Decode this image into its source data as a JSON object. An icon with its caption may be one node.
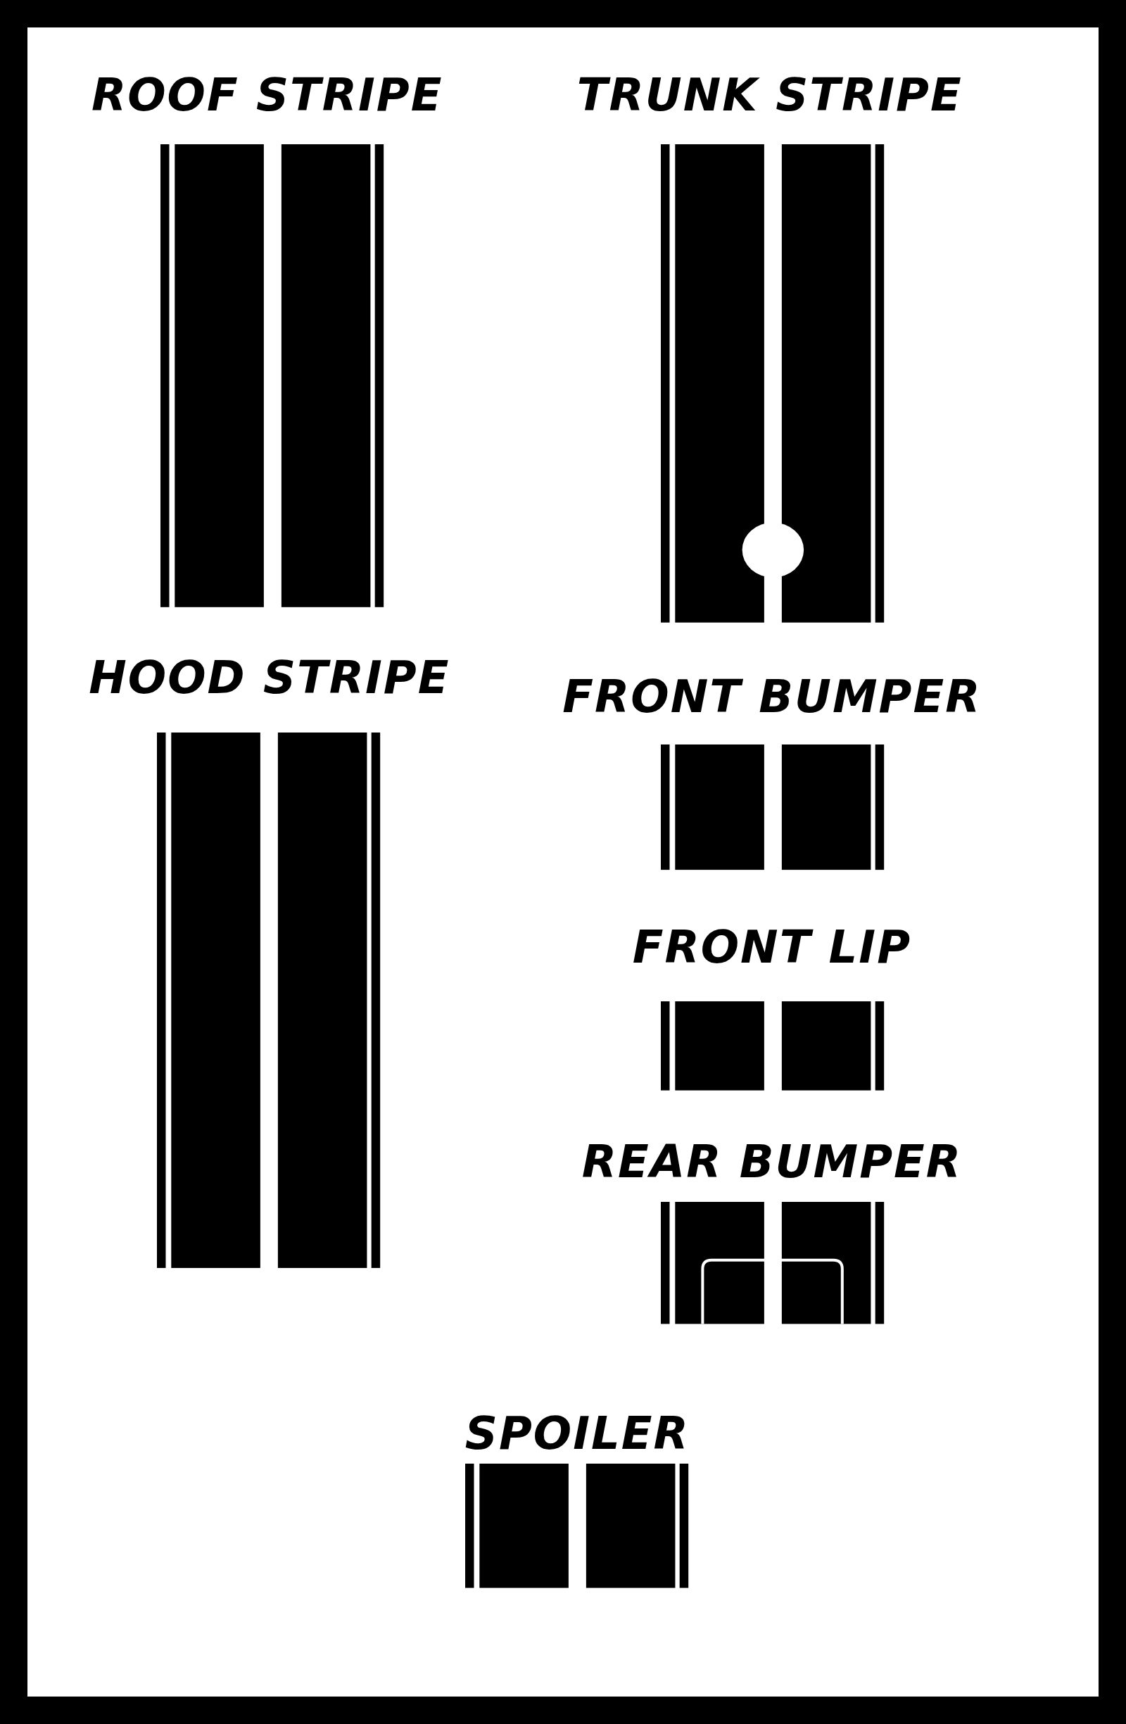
{
  "diagram": {
    "labels": [
      "ROOF STRIPE",
      "TRUNK STRIPE",
      "HOOD STRIPE",
      "FRONT BUMPER",
      "FRONT LIP",
      "REAR BUMPER",
      "SPOILER"
    ]
  }
}
